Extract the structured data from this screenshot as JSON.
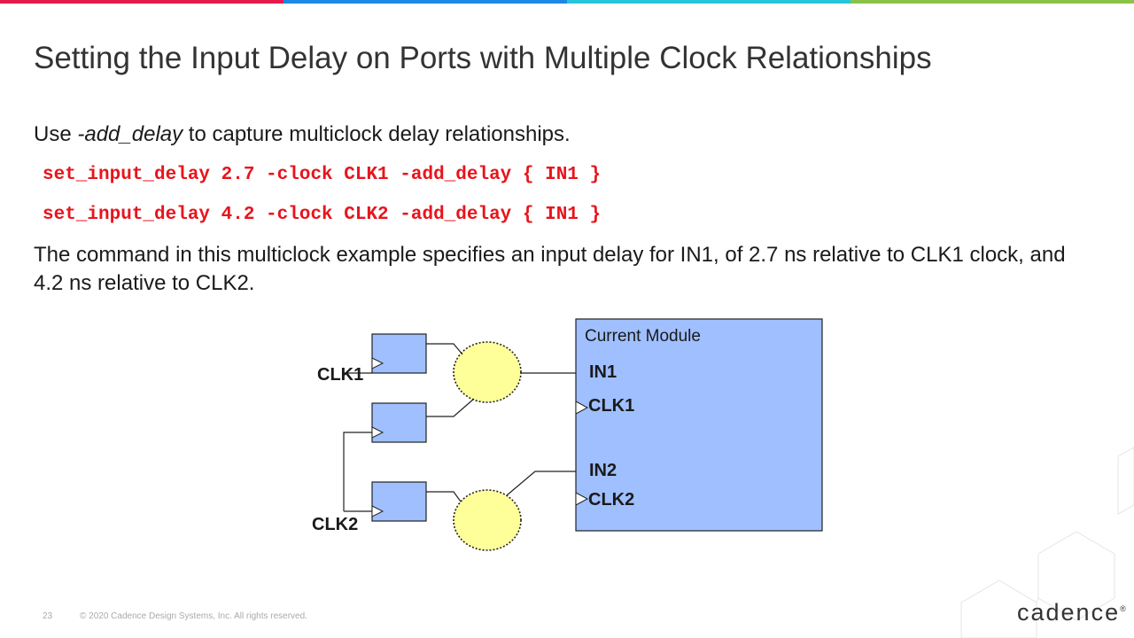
{
  "colors": {
    "topbar": [
      "#e6194b",
      "#1e88e5",
      "#26c6da",
      "#8bc34a"
    ],
    "code": "#e8141c",
    "module_fill": "#9fbfff",
    "logic_fill": "#ffff99"
  },
  "slide": {
    "title": "Setting the Input Delay on Ports with Multiple Clock Relationships",
    "intro_pre": "Use ",
    "intro_em": "-add_delay",
    "intro_post": " to capture multiclock delay relationships.",
    "code_lines": [
      "set_input_delay 2.7 -clock CLK1 -add_delay { IN1 }",
      "set_input_delay 4.2 -clock CLK2 -add_delay { IN1 }"
    ],
    "paragraph": "The command in this multiclock example specifies an input delay for IN1, of 2.7 ns relative to CLK1 clock, and 4.2 ns relative to CLK2."
  },
  "diagram": {
    "clk1_label": "CLK1",
    "clk2_label": "CLK2",
    "module": {
      "title": "Current Module",
      "port_in1": "IN1",
      "port_clk1": "CLK1",
      "port_in2": "IN2",
      "port_clk2": "CLK2"
    }
  },
  "footer": {
    "page_number": "23",
    "copyright": "© 2020 Cadence Design Systems, Inc. All rights reserved."
  },
  "logo": {
    "text": "cadence",
    "mark": "®"
  }
}
